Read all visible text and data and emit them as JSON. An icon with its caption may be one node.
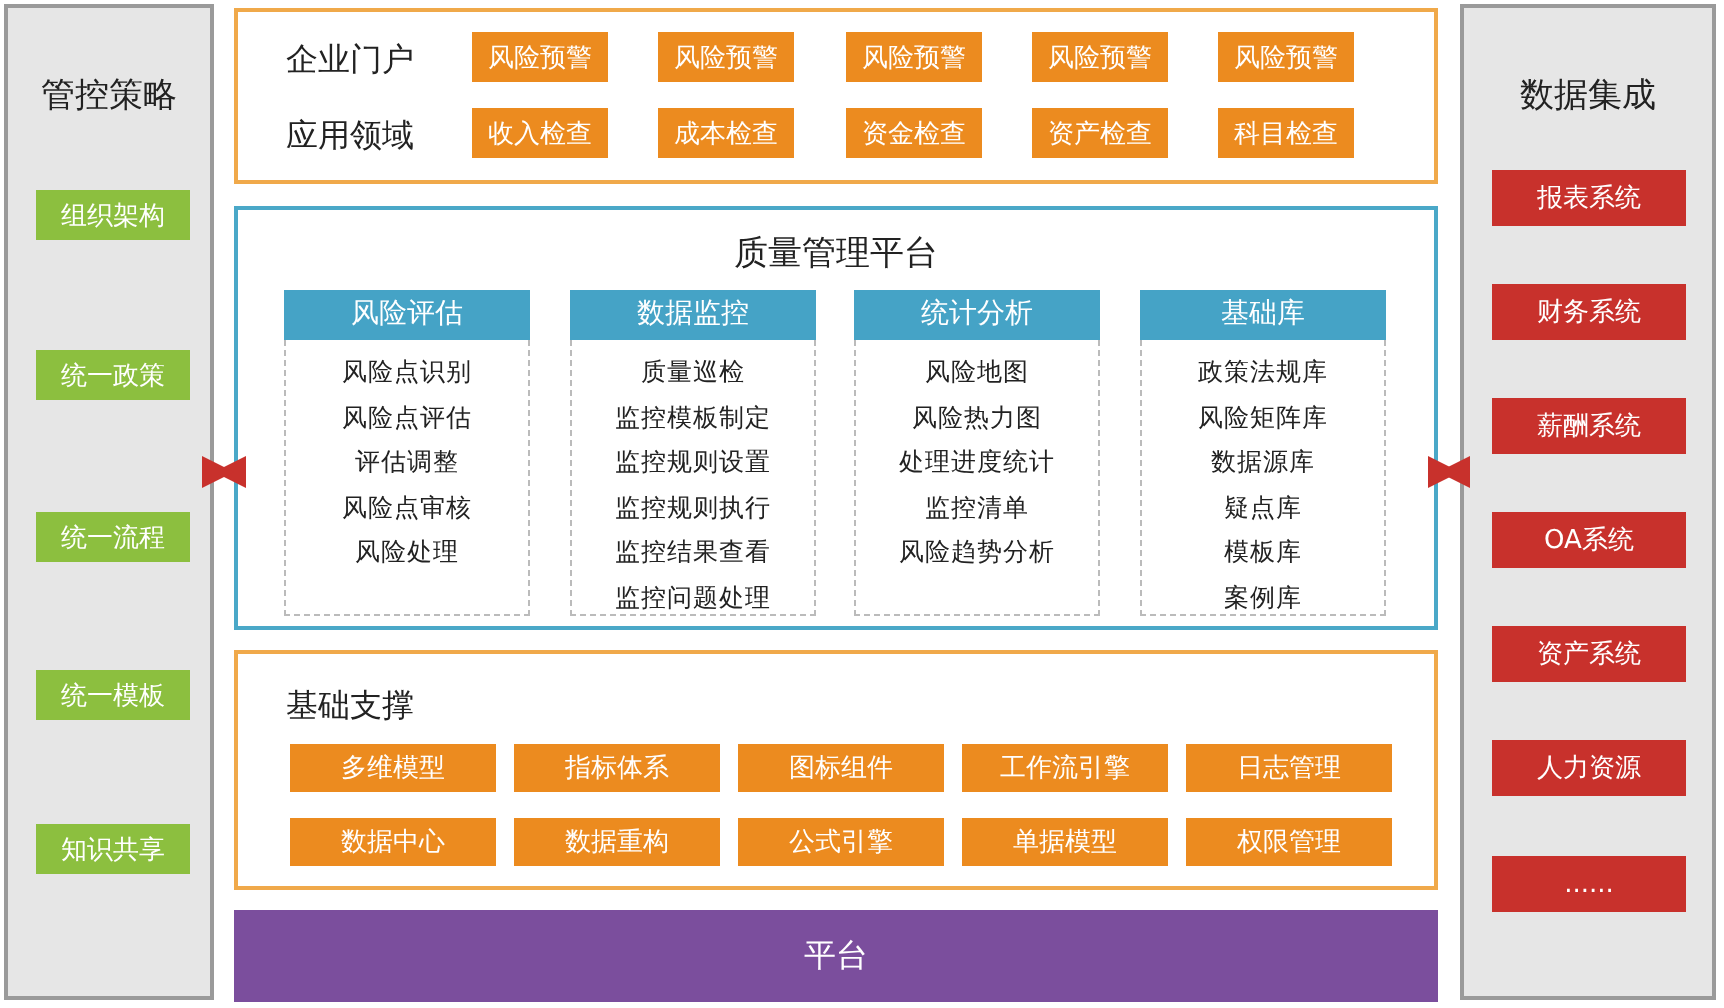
{
  "diagram": {
    "nodes": [
      {
        "text": [
          "管控策略"
        ]
      },
      {
        "text": [
          "组织架构"
        ],
        "in": 0
      },
      {
        "text": [
          "统一政策"
        ],
        "in": 0
      },
      {
        "text": [
          "统一流程"
        ],
        "in": 0
      },
      {
        "text": [
          "统一模板"
        ],
        "in": 0
      },
      {
        "text": [
          "知识共享"
        ],
        "in": 0
      },
      {
        "text": [
          "企业门户",
          "应用领域"
        ]
      },
      {
        "text": [
          "风险预警"
        ],
        "in": 6
      },
      {
        "text": [
          "风险预警"
        ],
        "in": 6
      },
      {
        "text": [
          "风险预警"
        ],
        "in": 6
      },
      {
        "text": [
          "风险预警"
        ],
        "in": 6
      },
      {
        "text": [
          "风险预警"
        ],
        "in": 6
      },
      {
        "text": [
          "收入检查"
        ],
        "in": 6
      },
      {
        "text": [
          "成本检查"
        ],
        "in": 6
      },
      {
        "text": [
          "资金检查"
        ],
        "in": 6
      },
      {
        "text": [
          "资产检查"
        ],
        "in": 6
      },
      {
        "text": [
          "科目检查"
        ],
        "in": 6
      },
      {
        "text": [
          "质量管理平台"
        ]
      },
      {
        "text": [
          "风险评估",
          "风险点识别",
          "风险点评估",
          "评估调整",
          "风险点审核",
          "风险处理"
        ],
        "in": 17
      },
      {
        "text": [
          "数据监控",
          "质量巡检",
          "监控模板制定",
          "监控规则设置",
          "监控规则执行",
          "监控结果查看",
          "监控问题处理"
        ],
        "in": 17
      },
      {
        "text": [
          "统计分析",
          "风险地图",
          "风险热力图",
          "处理进度统计",
          "监控清单",
          "风险趋势分析"
        ],
        "in": 17
      },
      {
        "text": [
          "基础库",
          "政策法规库",
          "风险矩阵库",
          "数据源库",
          "疑点库",
          "模板库",
          "案例库"
        ],
        "in": 17
      },
      {
        "text": [
          "基础支撑"
        ]
      },
      {
        "text": [
          "多维模型"
        ],
        "in": 22
      },
      {
        "text": [
          "指标体系"
        ],
        "in": 22
      },
      {
        "text": [
          "图标组件"
        ],
        "in": 22
      },
      {
        "text": [
          "工作流引擎"
        ],
        "in": 22
      },
      {
        "text": [
          "日志管理"
        ],
        "in": 22
      },
      {
        "text": [
          "数据中心"
        ],
        "in": 22
      },
      {
        "text": [
          "数据重构"
        ],
        "in": 22
      },
      {
        "text": [
          "公式引擎"
        ],
        "in": 22
      },
      {
        "text": [
          "单据模型"
        ],
        "in": 22
      },
      {
        "text": [
          "权限管理"
        ],
        "in": 22
      },
      {
        "text": [
          "平台"
        ]
      },
      {
        "text": [
          "数据集成"
        ]
      },
      {
        "text": [
          "报表系统"
        ],
        "in": 34
      },
      {
        "text": [
          "财务系统"
        ],
        "in": 34
      },
      {
        "text": [
          "薪酬系统"
        ],
        "in": 34
      },
      {
        "text": [
          "OA系统"
        ],
        "in": 34
      },
      {
        "text": [
          "资产系统"
        ],
        "in": 34
      },
      {
        "text": [
          "人力资源"
        ],
        "in": 34
      },
      {
        "text": [
          "......"
        ],
        "in": 34
      }
    ],
    "edges": [
      {
        "from": 0,
        "to": 17,
        "arrow": "both"
      },
      {
        "from": 17,
        "to": 34,
        "arrow": "both"
      }
    ]
  }
}
